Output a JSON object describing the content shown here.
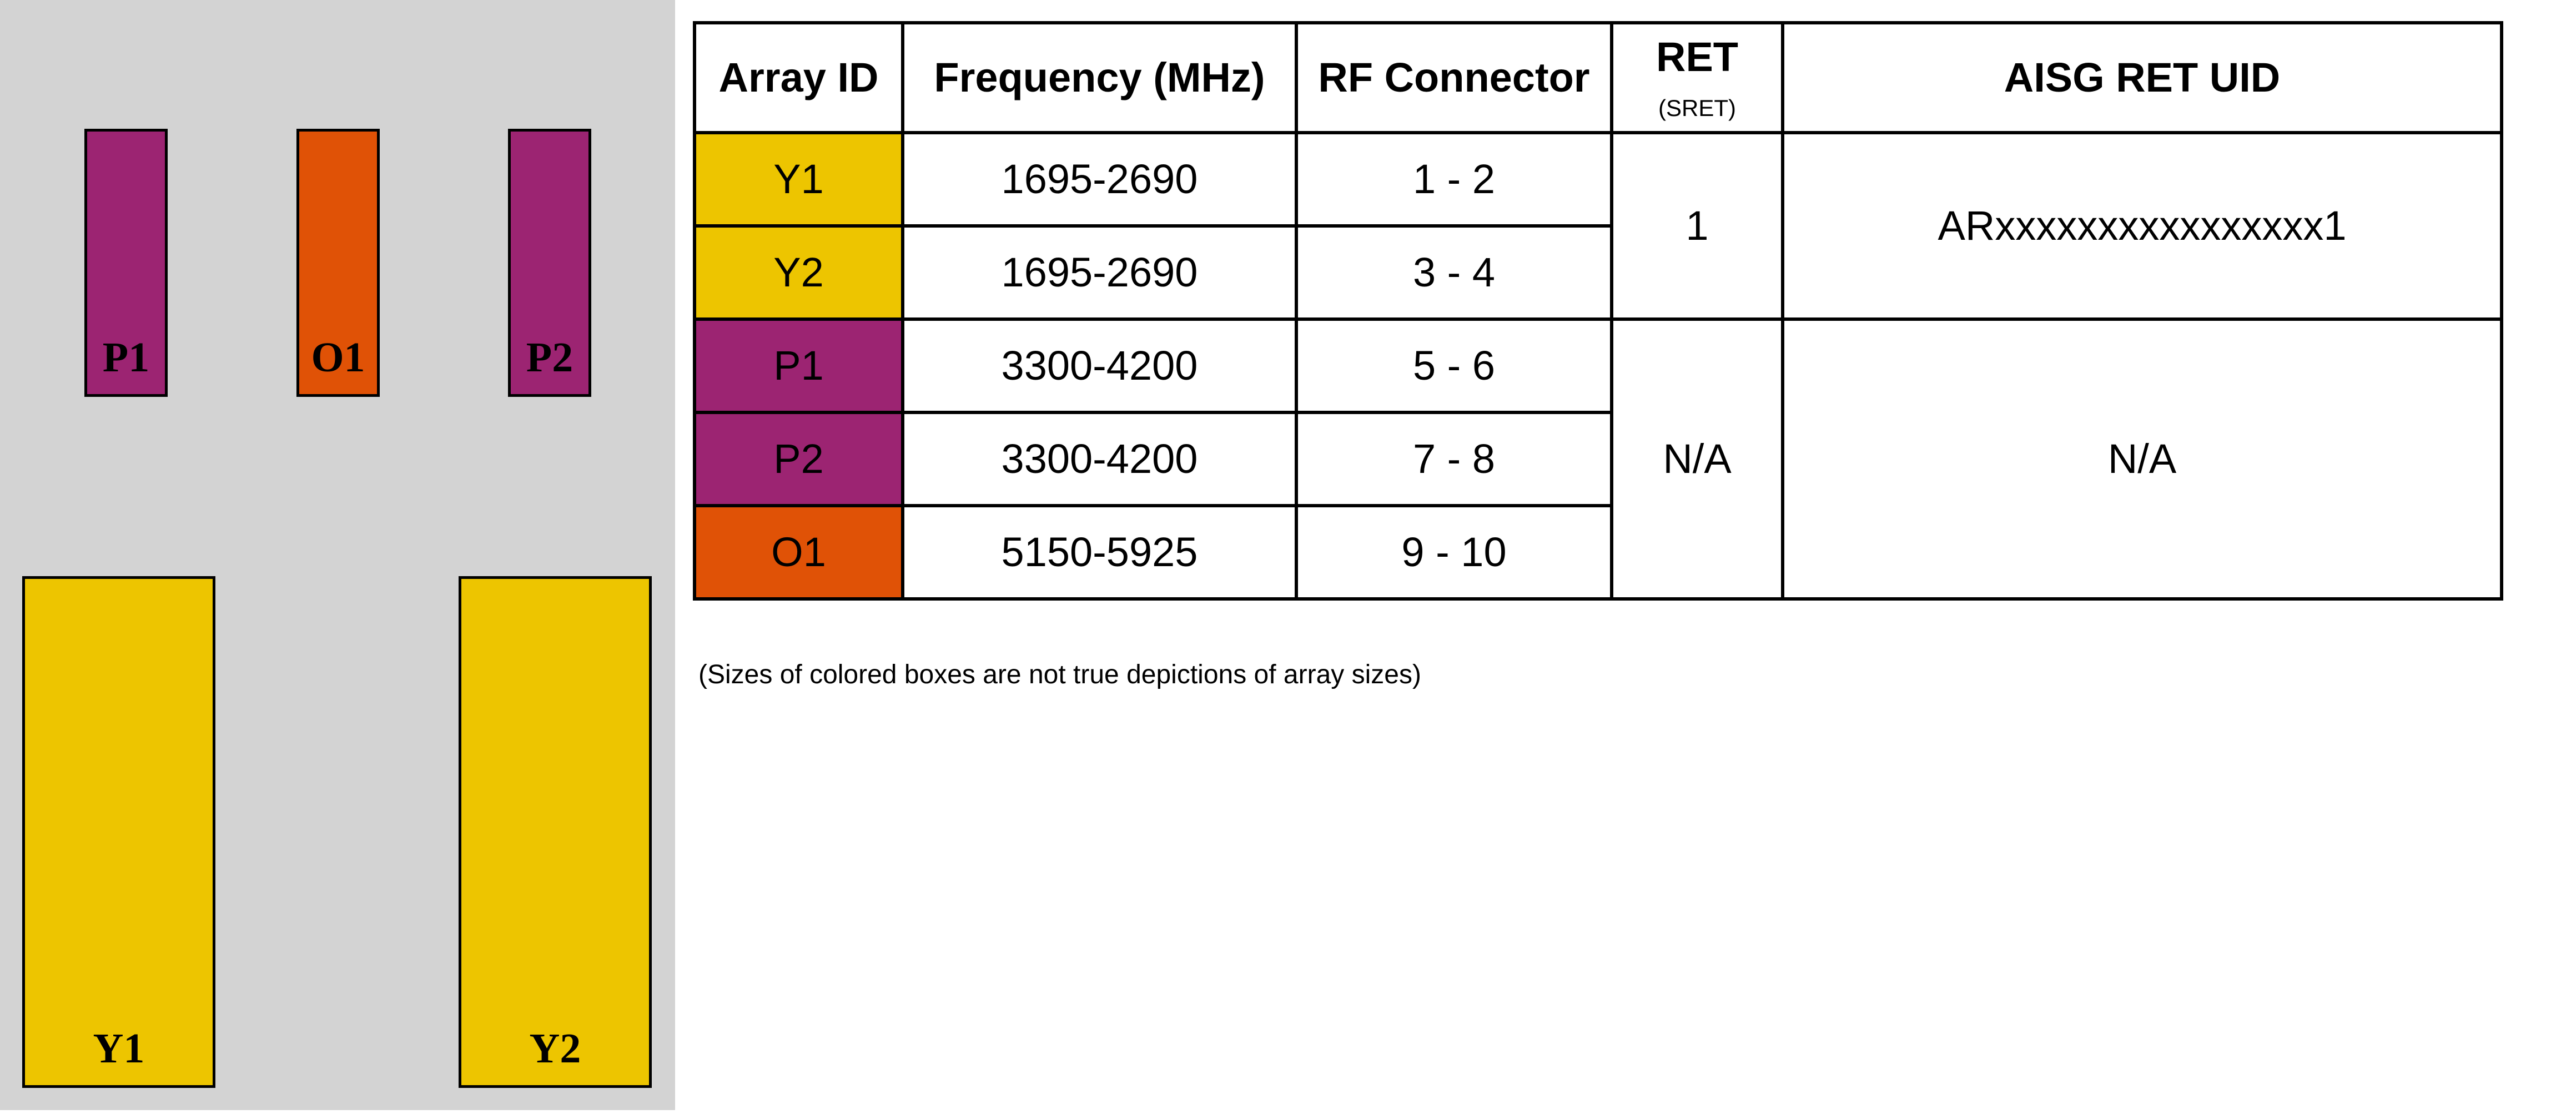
{
  "layout": {
    "panel_color": "#D3D3D3",
    "arrays": [
      {
        "id": "P1",
        "color": "#9C2472"
      },
      {
        "id": "O1",
        "color": "#E05206"
      },
      {
        "id": "P2",
        "color": "#9C2472"
      },
      {
        "id": "Y1",
        "color": "#EDC500"
      },
      {
        "id": "Y2",
        "color": "#EDC500"
      }
    ]
  },
  "table": {
    "headers": {
      "array_id": "Array ID",
      "frequency": "Frequency (MHz)",
      "rf_connector": "RF Connector",
      "ret": "RET",
      "ret_sub": "(SRET)",
      "aisg_ret_uid": "AISG RET UID"
    },
    "rows": [
      {
        "id": "Y1",
        "color": "#EDC500",
        "frequency": "1695-2690",
        "rf_connector": "1 - 2"
      },
      {
        "id": "Y2",
        "color": "#EDC500",
        "frequency": "1695-2690",
        "rf_connector": "3 - 4"
      },
      {
        "id": "P1",
        "color": "#9C2472",
        "frequency": "3300-4200",
        "rf_connector": "5 - 6"
      },
      {
        "id": "P2",
        "color": "#9C2472",
        "frequency": "3300-4200",
        "rf_connector": "7 - 8"
      },
      {
        "id": "O1",
        "color": "#E05206",
        "frequency": "5150-5925",
        "rf_connector": "9 - 10"
      }
    ],
    "merged_cells": {
      "ret_y_group": "1",
      "aisg_y_group": "ARxxxxxxxxxxxxxxxx1",
      "ret_na_group": "N/A",
      "aisg_na_group": "N/A"
    }
  },
  "footnote": "(Sizes of colored boxes are not true depictions of array sizes)"
}
